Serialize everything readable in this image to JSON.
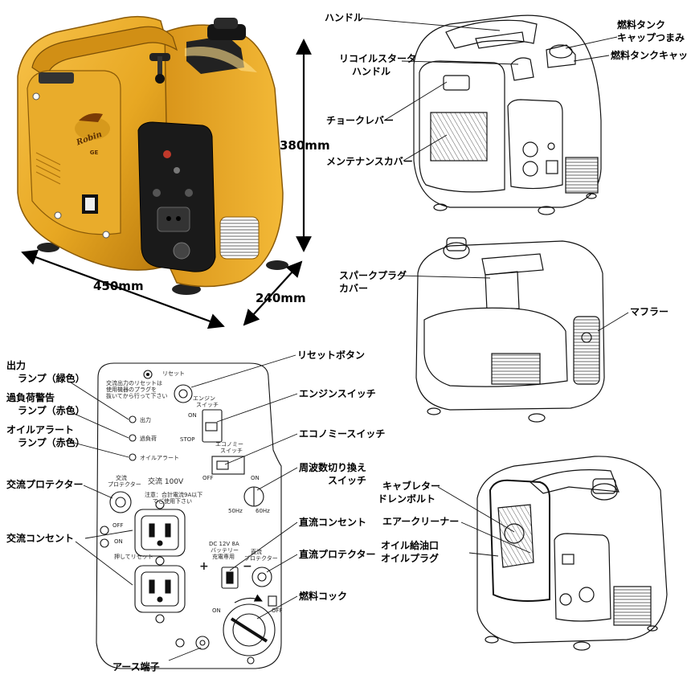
{
  "dimensions": {
    "height": "380mm",
    "width": "450mm",
    "depth": "240mm"
  },
  "product": {
    "brand": "Robin",
    "model": "GE"
  },
  "callouts_top": {
    "handle": "ハンドル",
    "recoil": [
      "リコイルスタータ",
      "ハンドル"
    ],
    "choke": "チョークレバー",
    "maintenance_cover": "メンテナンスカバー",
    "fuel_cap_knob": [
      "燃料タンク",
      "キャップつまみ"
    ],
    "fuel_cap": "燃料タンクキャップ"
  },
  "callouts_mid": {
    "spark_plug_cover": [
      "スパークプラグ",
      "カバー"
    ],
    "muffler": "マフラー"
  },
  "callouts_bottom": {
    "carb_drain": [
      "キャブレター",
      "ドレンボルト"
    ],
    "air_cleaner": "エアークリーナー",
    "oil_port": [
      "オイル給油口",
      "オイルプラグ"
    ]
  },
  "callouts_panel": {
    "output_lamp": [
      "出力",
      "ランプ（緑色）"
    ],
    "overload_lamp": [
      "過負荷警告",
      "ランプ（赤色）"
    ],
    "oil_alert_lamp": [
      "オイルアラート",
      "ランプ（赤色）"
    ],
    "ac_protector": "交流プロテクター",
    "ac_outlet": "交流コンセント",
    "reset_button": "リセットボタン",
    "engine_switch": "エンジンスイッチ",
    "economy_switch": "エコノミースイッチ",
    "frequency_switch": [
      "周波数切り換え",
      "スイッチ"
    ],
    "dc_outlet": "直流コンセント",
    "dc_protector": "直流プロテクター",
    "fuel_cock": "燃料コック",
    "earth_terminal": "アース端子"
  },
  "panel_print": {
    "reset": "リセット",
    "reset_note": [
      "交流出力のリセットは",
      "使用機器のプラグを",
      "抜いてから行って下さい"
    ],
    "engine_switch": [
      "エンジン",
      "スイッチ"
    ],
    "on": "ON",
    "stop": "STOP",
    "output": "出力",
    "overload": "過負荷",
    "oil_alert": "オイルアラート",
    "economy_switch": [
      "エコノミー",
      "スイッチ"
    ],
    "off": "OFF",
    "ac_protector": [
      "交流",
      "プロテクター"
    ],
    "ac_100v": "交流 100V",
    "caution": [
      "注意：合計電流9A以下",
      "でご使用下さい"
    ],
    "hz50": "50Hz",
    "hz60": "60Hz",
    "push_reset": "押してリセット",
    "dc_rating": [
      "DC 12V 8A",
      "バッテリー",
      "充電専用"
    ],
    "dc_protector": [
      "直流",
      "プロテクター"
    ],
    "plus": "+",
    "minus": "−"
  }
}
